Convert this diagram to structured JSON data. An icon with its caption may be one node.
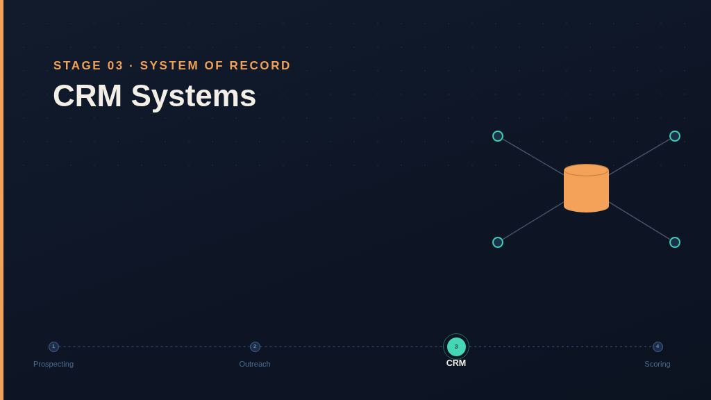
{
  "diagram": {
    "title": "CRM Systems",
    "nodes": [
      {
        "text": [],
        "shape": "circle"
      },
      {
        "text": [],
        "shape": "circle"
      },
      {
        "text": [],
        "shape": "cylinder"
      },
      {
        "text": [],
        "shape": "circle"
      },
      {
        "text": [],
        "shape": "circle"
      },
      {
        "text": [
          "1"
        ],
        "beside": [
          "Prospecting"
        ]
      },
      {
        "text": [
          "2"
        ],
        "beside": [
          "Outreach"
        ]
      },
      {
        "text": [
          "3"
        ],
        "beside": [
          "CRM"
        ]
      },
      {
        "text": [
          "4"
        ],
        "beside": [
          "Scoring"
        ]
      }
    ],
    "edges": [
      {
        "from": 2,
        "to": 0,
        "arrow": "none"
      },
      {
        "from": 2,
        "to": 1,
        "arrow": "none"
      },
      {
        "from": 2,
        "to": 3,
        "arrow": "none"
      },
      {
        "from": 2,
        "to": 4,
        "arrow": "none"
      },
      {
        "from": 5,
        "to": 6,
        "arrow": "none",
        "style": "dashed"
      },
      {
        "from": 6,
        "to": 7,
        "arrow": "none",
        "style": "dashed"
      },
      {
        "from": 7,
        "to": 8,
        "arrow": "none",
        "style": "dashed"
      }
    ],
    "labels": [
      "STAGE 03 · SYSTEM OF RECORD"
    ]
  }
}
